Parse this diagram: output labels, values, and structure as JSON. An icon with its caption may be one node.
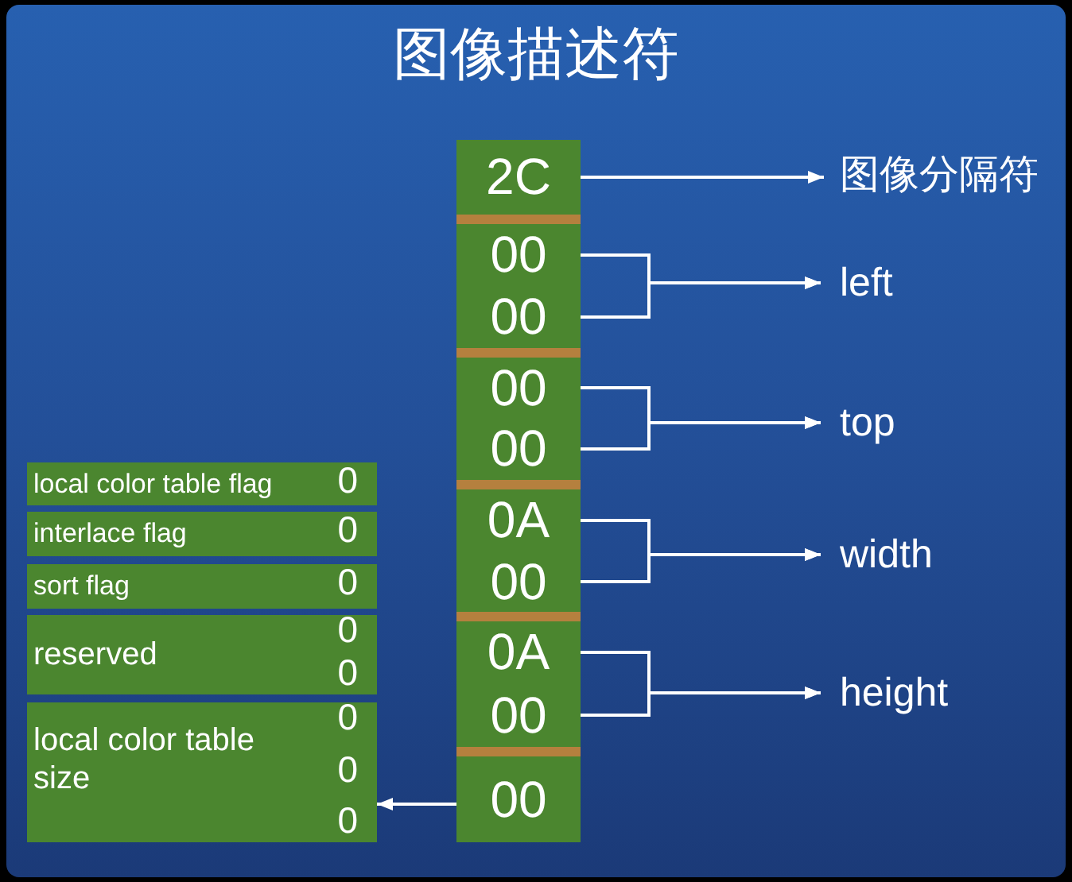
{
  "diagram": {
    "title": "图像描述符",
    "nodes": [
      {
        "text": [
          "2C"
        ]
      },
      {
        "text": [
          "00"
        ]
      },
      {
        "text": [
          "00"
        ]
      },
      {
        "text": [
          "00"
        ]
      },
      {
        "text": [
          "00"
        ]
      },
      {
        "text": [
          "0A"
        ]
      },
      {
        "text": [
          "00"
        ]
      },
      {
        "text": [
          "0A"
        ]
      },
      {
        "text": [
          "00"
        ]
      },
      {
        "text": [
          "00"
        ]
      },
      {
        "text": [
          "图像分隔符"
        ]
      },
      {
        "text": [
          "left"
        ]
      },
      {
        "text": [
          "top"
        ]
      },
      {
        "text": [
          "width"
        ]
      },
      {
        "text": [
          "height"
        ]
      },
      {
        "text": [
          "local color table flag",
          "0"
        ]
      },
      {
        "text": [
          "interlace flag",
          "0"
        ]
      },
      {
        "text": [
          "sort flag",
          "0"
        ]
      },
      {
        "text": [
          "reserved",
          "0",
          "0"
        ]
      },
      {
        "text": [
          "local color table size",
          "0",
          "0",
          "0"
        ]
      }
    ],
    "edges": [
      {
        "from": 0,
        "to": 10,
        "arrow": "to"
      },
      {
        "from": 1,
        "to": 11,
        "arrow": "to"
      },
      {
        "from": 2,
        "to": 11,
        "arrow": "to"
      },
      {
        "from": 3,
        "to": 12,
        "arrow": "to"
      },
      {
        "from": 4,
        "to": 12,
        "arrow": "to"
      },
      {
        "from": 5,
        "to": 13,
        "arrow": "to"
      },
      {
        "from": 6,
        "to": 13,
        "arrow": "to"
      },
      {
        "from": 7,
        "to": 14,
        "arrow": "to"
      },
      {
        "from": 8,
        "to": 14,
        "arrow": "to"
      },
      {
        "from": 9,
        "to": 19,
        "arrow": "to"
      }
    ]
  }
}
